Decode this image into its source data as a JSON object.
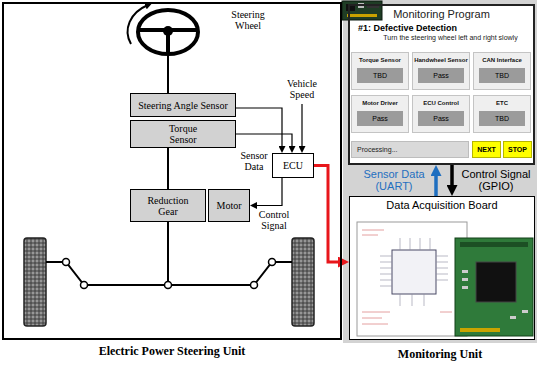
{
  "diagram": {
    "nodes": [
      {
        "text": [
          "Electric Power Steering Unit"
        ]
      },
      {
        "text": [
          "Steering Angle Sensor"
        ],
        "in": 0
      },
      {
        "text": [
          "Torque Sensor"
        ],
        "in": 0
      },
      {
        "text": [
          "ECU"
        ],
        "in": 0
      },
      {
        "text": [
          "Reduction Gear"
        ],
        "in": 0
      },
      {
        "text": [
          "Motor"
        ],
        "in": 0
      },
      {
        "text": [
          "Monitoring Unit"
        ]
      },
      {
        "text": [
          "Monitoring Program",
          "#1: Defective Detection",
          "Turn the steering wheel left and right slowly"
        ],
        "in": 6
      },
      {
        "text": [
          "Torque Sensor",
          "TBD"
        ],
        "in": 7
      },
      {
        "text": [
          "Handwheel Sensor",
          "Pass"
        ],
        "in": 7
      },
      {
        "text": [
          "CAN Interface",
          "TBD"
        ],
        "in": 7
      },
      {
        "text": [
          "Motor Driver",
          "Pass"
        ],
        "in": 7
      },
      {
        "text": [
          "ECU Control",
          "Pass"
        ],
        "in": 7
      },
      {
        "text": [
          "ETC",
          "TBD"
        ],
        "in": 7
      },
      {
        "text": [
          "Processing..."
        ],
        "in": 7
      },
      {
        "text": [
          "NEXT"
        ],
        "in": 7
      },
      {
        "text": [
          "STOP"
        ],
        "in": 7
      },
      {
        "text": [
          "Data Acquisition Board"
        ],
        "in": 6
      }
    ],
    "edges": [
      {
        "from": 1,
        "to": 3,
        "arrow": "to"
      },
      {
        "from": 2,
        "to": 3,
        "label": "Sensor Data",
        "arrow": "to"
      },
      {
        "from": 3,
        "to": 5,
        "label": "Control Signal",
        "arrow": "to"
      },
      {
        "from": 2,
        "to": 4,
        "arrow": "none"
      },
      {
        "from": 3,
        "to": 17,
        "arrow": "to"
      },
      {
        "from": 17,
        "to": 7,
        "label": "Sensor Data (UART)",
        "arrow": "to"
      },
      {
        "from": 7,
        "to": 17,
        "label": "Control Signal (GPIO)",
        "arrow": "to"
      }
    ],
    "labels": [
      "Steering Wheel",
      "Vehicle Speed"
    ]
  }
}
